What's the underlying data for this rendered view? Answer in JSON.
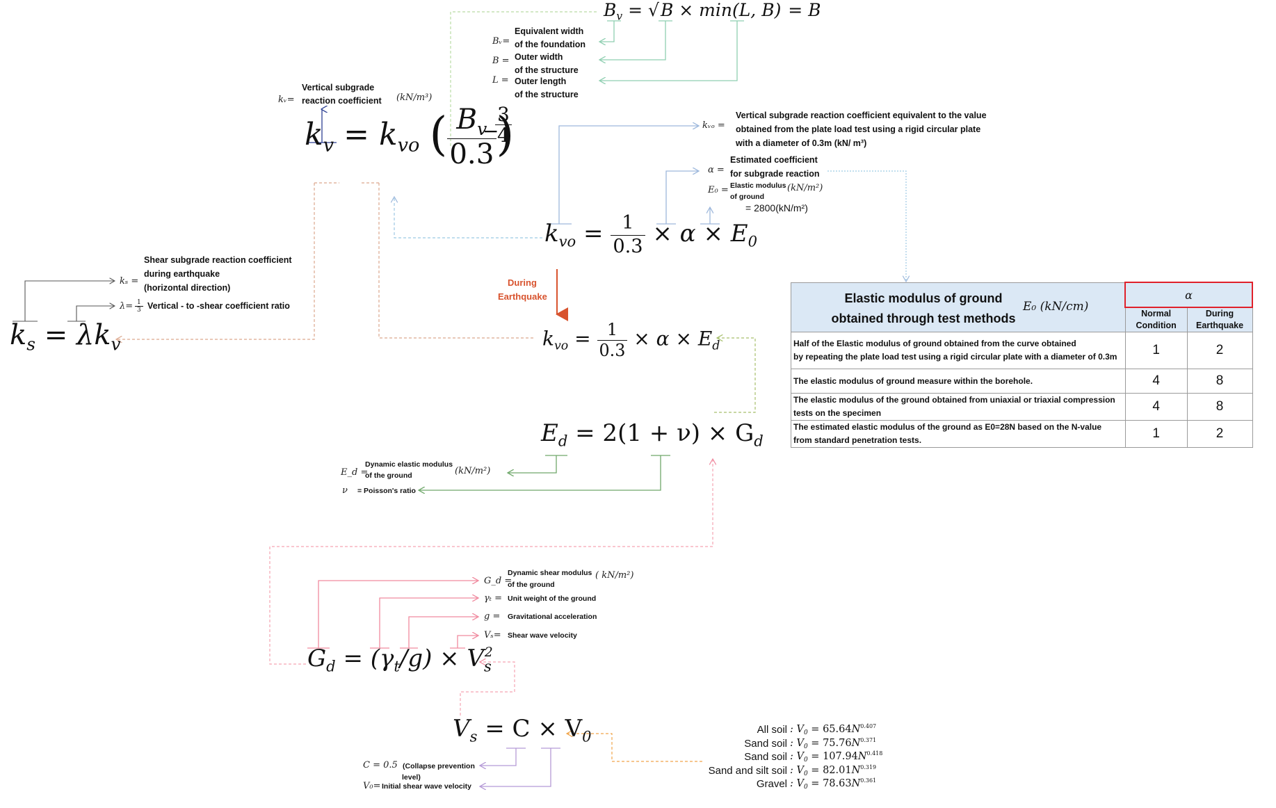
{
  "colors": {
    "blue_line": "#9db8dc",
    "green_line": "#9fd7bd",
    "dark_green_line": "#6fa86a",
    "pink_line": "#f08a9f",
    "purple_line": "#b59ad6",
    "orange_line": "#f0a54a",
    "olive_dash": "#a6bf6c",
    "tan_dash": "#dca88e",
    "red_arrow": "#d8532e",
    "gray_line": "#555555",
    "navy_line": "#2c3f92",
    "table_header_bg": "#dbe8f5",
    "alpha_box_border": "#e0202a"
  },
  "bv_equation": {
    "lhs": "B",
    "lhs_sub": "v",
    "eq": "=",
    "root": "B × min(L, B)",
    "result": "= B"
  },
  "bv_legend": [
    {
      "symbol": "Bᵥ=",
      "text_line1": "Equivalent width",
      "text_line2": "of the foundation"
    },
    {
      "symbol": "B =",
      "text_line1": "Outer width",
      "text_line2": "of the structure"
    },
    {
      "symbol": "L =",
      "text_line1": "Outer length",
      "text_line2": "of the structure"
    }
  ],
  "kv_label": {
    "symbol": "kᵥ=",
    "text_line1": "Vertical subgrade",
    "text_line2": "reaction coefficient",
    "unit": "(kN/m³)"
  },
  "kv_equation": {
    "lhs": "k",
    "lhs_sub": "v",
    "k": "k",
    "k_sub": "vo",
    "num": "B",
    "num_sub": "v",
    "den": "0.3",
    "exp_sign": "−",
    "exp_num": "3",
    "exp_den": "4"
  },
  "kvo_legend": {
    "symbol": "kᵥₒ =",
    "lines": [
      "Vertical subgrade reaction coefficient equivalent to the value",
      "obtained from the plate load test using a rigid circular plate",
      "with a diameter of 0.3m (kN/ m³)"
    ]
  },
  "alpha_legend": {
    "symbol": "α  =",
    "line1": "Estimated coefficient",
    "line2": "for subgrade reaction"
  },
  "e0_legend": {
    "symbol": "E₀ =",
    "line1": "Elastic modulus",
    "line2": "of ground",
    "unit": "(kN/m²)",
    "value": "= 2800(kN/m²)"
  },
  "kvo_equation": {
    "lhs": "k",
    "lhs_sub": "vo",
    "num": "1",
    "den": "0.3",
    "rest": "× α × E",
    "rest_sub": "0"
  },
  "earthquake_label": {
    "line1": "During",
    "line2": "Earthquake"
  },
  "kvo_eq_equation": {
    "lhs": "k",
    "lhs_sub": "vo",
    "num": "1",
    "den": "0.3",
    "rest": "× α × E",
    "rest_sub": "d"
  },
  "ks_equation": {
    "text": "k",
    "sub": "s",
    "rest": " = λk",
    "rest_sub": "v"
  },
  "ks_legend": {
    "symbol": "kₛ =",
    "lines": [
      "Shear subgrade reaction coefficient",
      "during earthquake",
      "(horizontal direction)"
    ]
  },
  "lambda_legend": {
    "symbol": "λ=",
    "frac_num": "1",
    "frac_den": "3",
    "text": "Vertical - to -shear coefficient ratio"
  },
  "table": {
    "title_line1": "Elastic modulus of ground",
    "title_line2": "obtained through test methods",
    "title_symbol": "E₀ (kN/cm)",
    "alpha_header": "α",
    "col_normal": "Normal\nCondition",
    "col_earthquake": "During\nEarthquake",
    "rows": [
      {
        "method": "Half of the Elastic modulus of ground obtained from the curve obtained\nby repeating the plate load test using a rigid circular plate with a diameter of 0.3m",
        "normal": "1",
        "earthquake": "2"
      },
      {
        "method": "The elastic modulus of ground measure within the borehole.",
        "normal": "4",
        "earthquake": "8"
      },
      {
        "method": "The elastic modulus of the ground obtained from uniaxial or triaxial compression\ntests on the specimen",
        "normal": "4",
        "earthquake": "8"
      },
      {
        "method": "The estimated elastic modulus of the ground as E0=28N based on the N-value\nfrom standard penetration tests.",
        "normal": "1",
        "earthquake": "2"
      }
    ]
  },
  "ed_equation": {
    "lhs": "E",
    "lhs_sub": "d",
    "rhs": "= 2(1 + ν) × G",
    "rhs_sub": "d"
  },
  "ed_legend": {
    "symbol": "E_d =",
    "line1": "Dynamic elastic modulus",
    "line2": "of the ground",
    "unit": "(kN/m²)",
    "nu_symbol": "ν",
    "nu_text": "= Poisson's ratio"
  },
  "gd_equation": {
    "lhs": "G",
    "lhs_sub": "d",
    "rhs": " = (γ",
    "rhs_sub": "t",
    "rhs2": "/g) × V",
    "rhs2_sub": "s",
    "rhs2_sup": "2"
  },
  "gd_legend": [
    {
      "symbol": "G_d =",
      "line1": "Dynamic shear modulus",
      "line2": "of the ground",
      "unit": "( kN/m²)"
    },
    {
      "symbol": "γₜ =",
      "line1": "Unit weight of the ground"
    },
    {
      "symbol": "g =",
      "line1": "Gravitational acceleration"
    },
    {
      "symbol": "Vₛ=",
      "line1": "Shear wave velocity"
    }
  ],
  "vs_equation": {
    "lhs": "V",
    "lhs_sub": "s",
    "rhs": " = C × V",
    "rhs_sub": "0"
  },
  "vs_legend": {
    "c_symbol": "C = 0.5",
    "c_text_line1": "(Collapse prevention",
    "c_text_line2": "level)",
    "v0_symbol": "V₀=",
    "v0_text": "Initial shear wave velocity"
  },
  "v0_formulas": [
    {
      "soil": "All soil",
      "coef": "65.64",
      "exp": "0.407"
    },
    {
      "soil": "Sand soil",
      "coef": "75.76",
      "exp": "0.371"
    },
    {
      "soil": "Sand soil",
      "coef": "107.94",
      "exp": "0.418"
    },
    {
      "soil": "Sand and silt soil",
      "coef": "82.01",
      "exp": "0.319"
    },
    {
      "soil": "Gravel",
      "coef": "78.63",
      "exp": "0.361"
    }
  ]
}
